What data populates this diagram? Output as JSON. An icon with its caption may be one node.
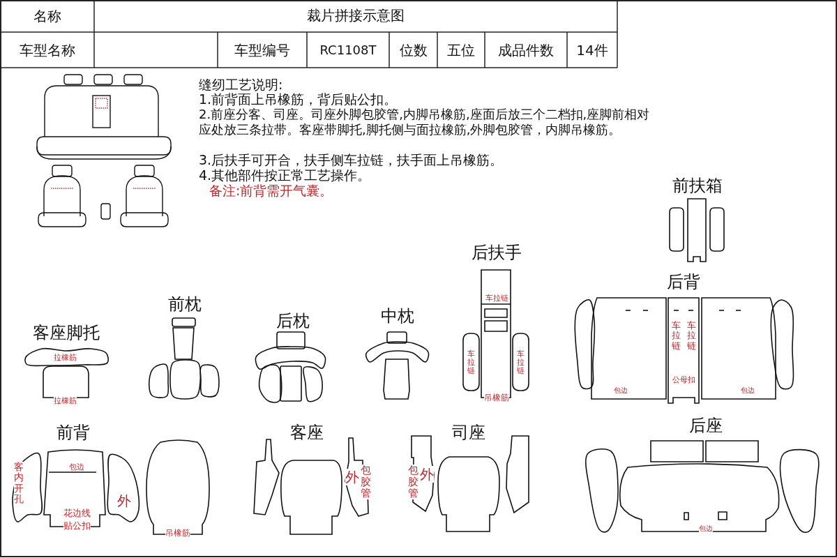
{
  "diagram": {
    "title": "裁片拼接示意图",
    "labels": [
      "名称",
      "车型名称",
      "车型编号",
      "RC1108T",
      "位数",
      "五位",
      "成品件数",
      "14件",
      "缝纫工艺说明:",
      "1.前背面上吊橡筋，背后贴公扣。",
      "2.前座分客、司座。司座外脚包胶管,内脚吊橡筋,座面后放三个二档扣,座脚前相对应处放三条拉带。客座带脚托,脚托侧与面拉橡筋,外脚包胶管，内脚吊橡筋。",
      "3.后扶手可开合，扶手侧车拉链，扶手面上吊橡筋。",
      "4.其他部件按正常工艺操作。",
      "备注:前背需开气囊。",
      "前扶箱",
      "后扶手",
      "车拉链",
      "后背",
      "前枕",
      "后枕",
      "中枕",
      "客座脚托",
      "拉橡筋",
      "车拉链",
      "车拉链",
      "车拉链",
      "车拉链",
      "拉橡筋",
      "吊橡筋",
      "公母扣",
      "包边",
      "包边",
      "前背",
      "客座",
      "司座",
      "后座",
      "客内开孔",
      "包边",
      "外",
      "外",
      "包胶管",
      "包胶管",
      "外",
      "花边线",
      "贴公扣",
      "包边",
      "吊橡筋"
    ]
  }
}
